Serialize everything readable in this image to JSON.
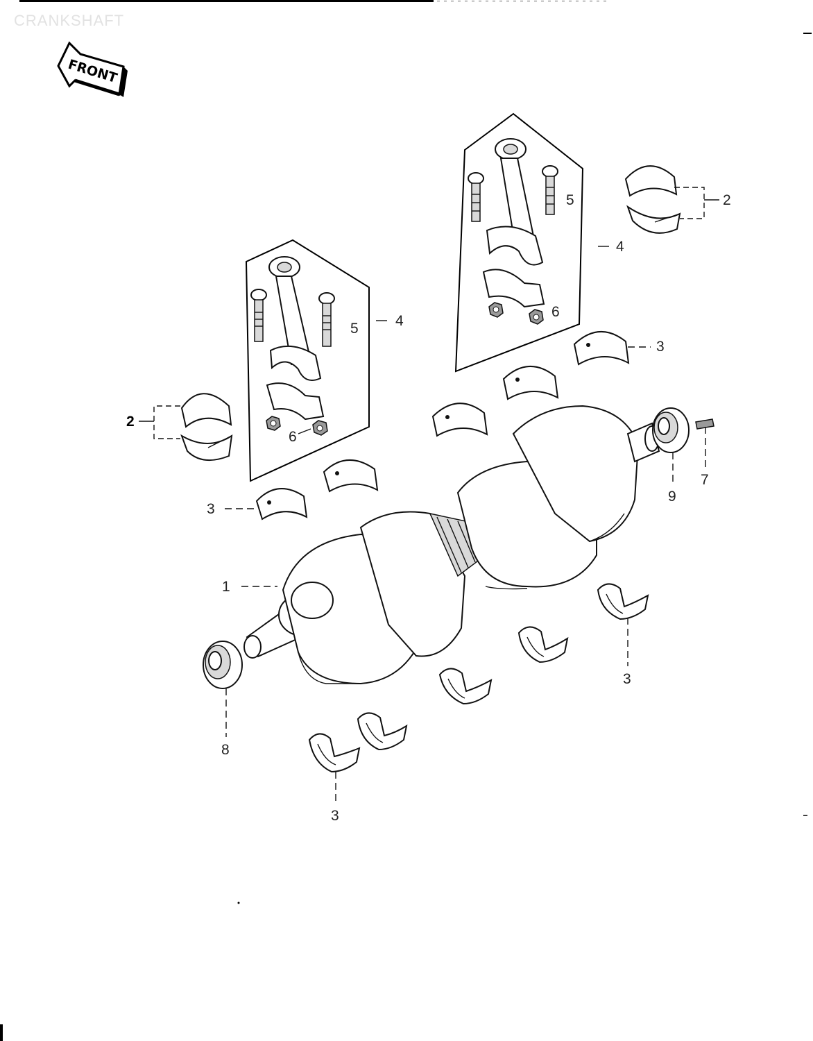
{
  "header": {
    "title": "CRANKSHAFT"
  },
  "front_badge": {
    "label": "FRONT"
  },
  "callouts": {
    "c1": "1",
    "c2_left": "2",
    "c2_right": "2",
    "c3_a": "3",
    "c3_b": "3",
    "c3_c": "3",
    "c3_d": "3",
    "c4_left": "4",
    "c4_right": "4",
    "c5_left": "5",
    "c5_right": "5",
    "c6_left": "6",
    "c6_right": "6",
    "c7": "7",
    "c8": "8",
    "c9": "9"
  }
}
